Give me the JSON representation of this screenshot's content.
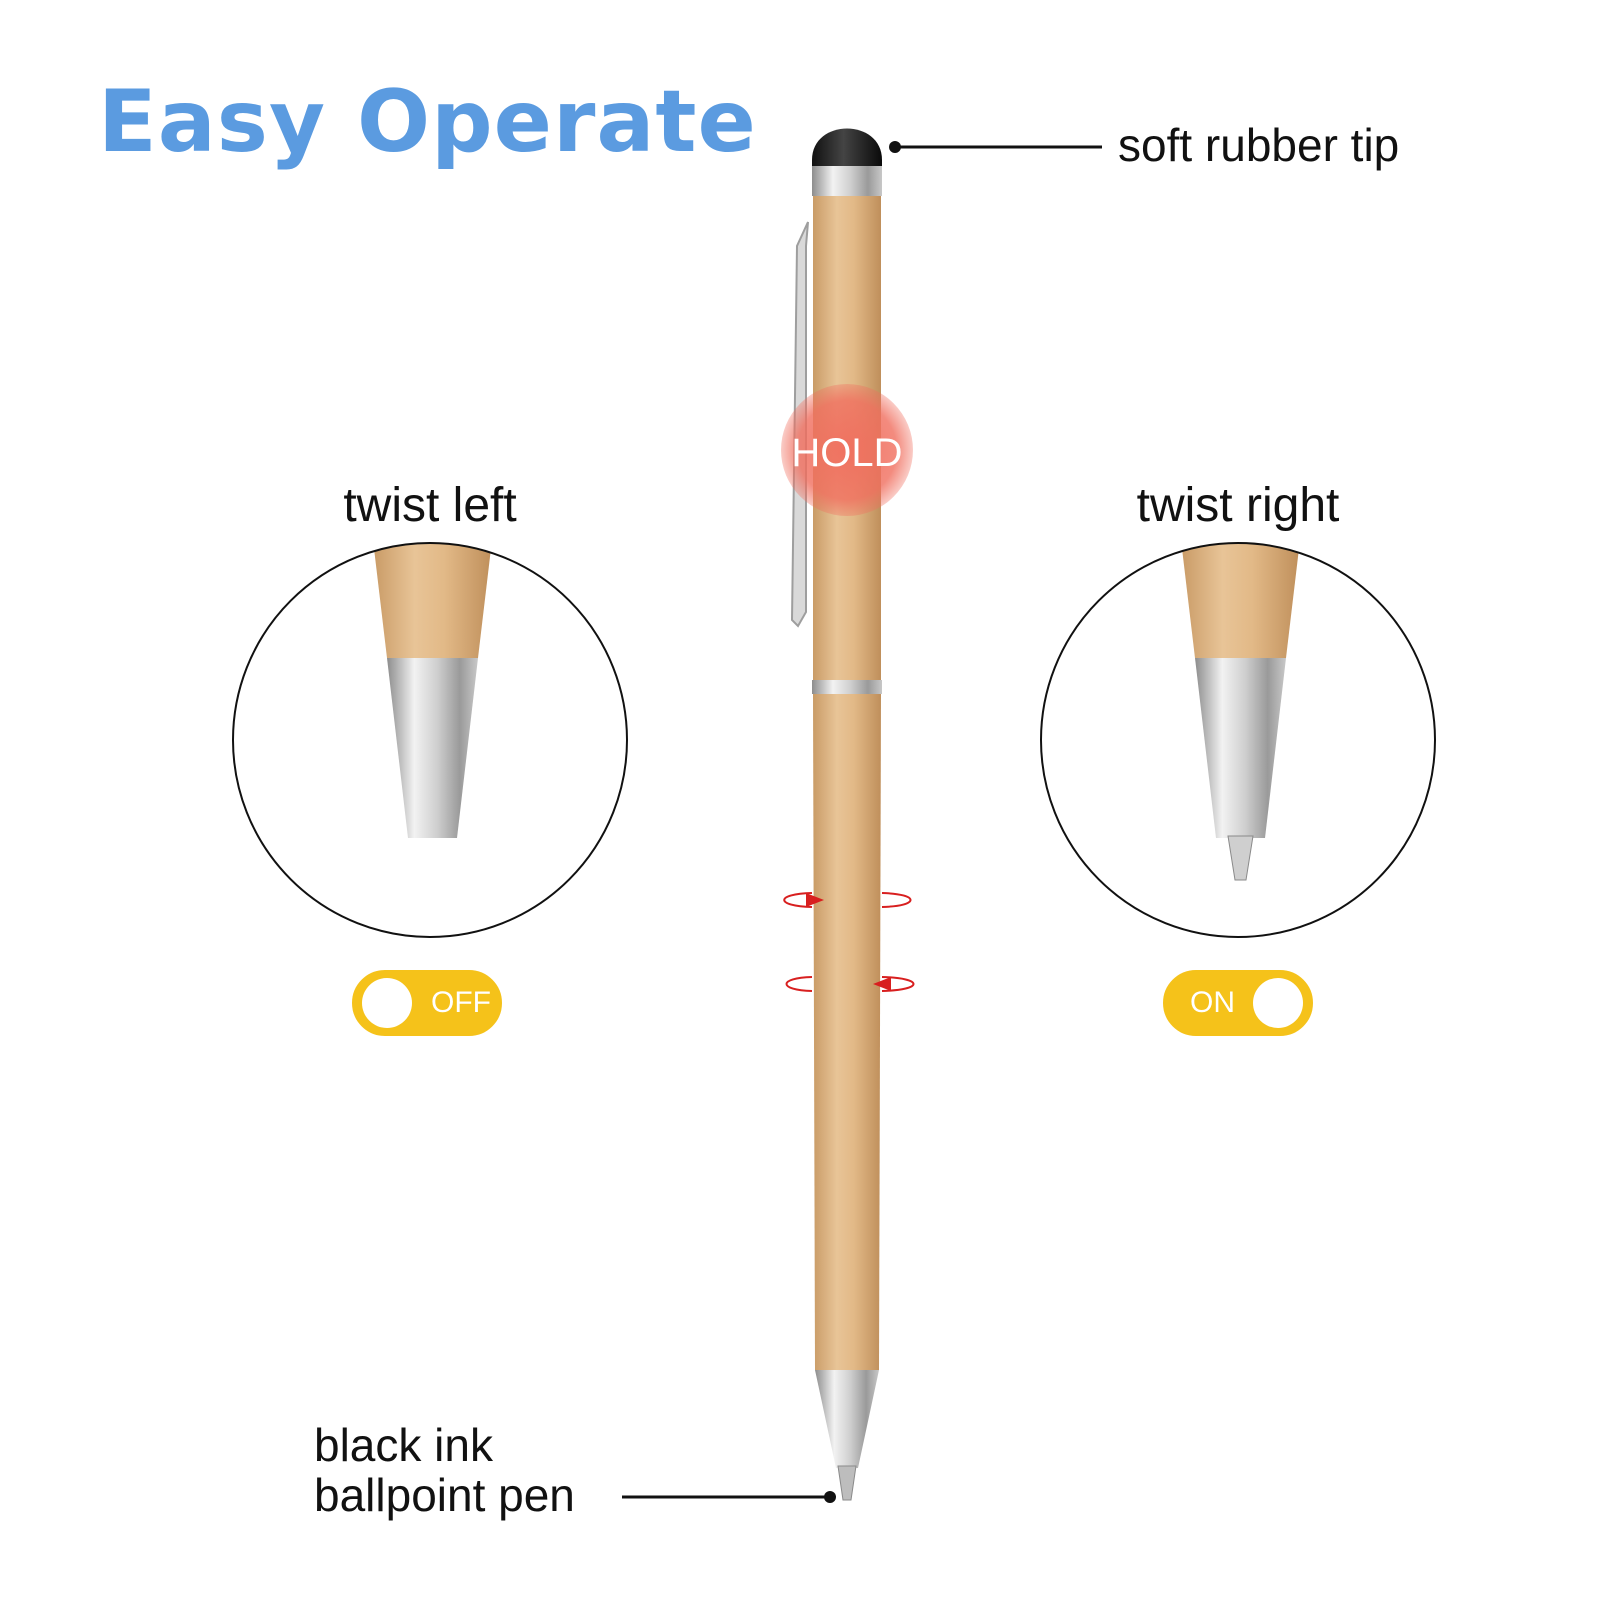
{
  "headline": "Easy Operate",
  "callouts": {
    "top": "soft rubber tip",
    "bottom_line1": "black ink",
    "bottom_line2": "ballpoint pen"
  },
  "hold_label": "HOLD",
  "panels": {
    "left": {
      "title": "twist left",
      "toggle_label": "OFF"
    },
    "right": {
      "title": "twist right",
      "toggle_label": "ON"
    }
  },
  "colors": {
    "headline": "#5b9be0",
    "gold": "#dfb583",
    "toggle": "#f5c21a",
    "hold": "#f06e5e",
    "arrow": "#d81f1f"
  },
  "icons": {
    "twist_arrows": "rotate-arrows-icon"
  }
}
